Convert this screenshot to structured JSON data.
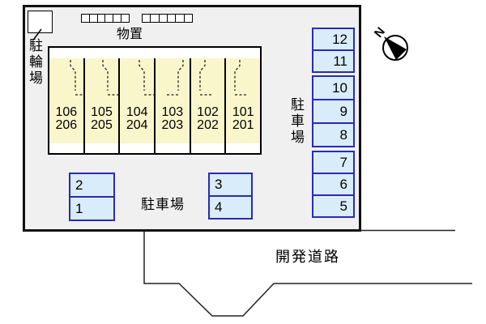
{
  "colors": {
    "site_fill": "#f0f0f0",
    "building_fill": "#faf6cb",
    "parking_fill": "#d9ecf9",
    "parking_border": "#2a2ab8",
    "outline": "#111111"
  },
  "site": {
    "bicycle_shed_label": "駐輪場",
    "storage": {
      "label": "物置",
      "group_cell_counts": [
        6,
        6
      ]
    },
    "building": {
      "units": [
        {
          "floor1": "106",
          "floor2": "206"
        },
        {
          "floor1": "105",
          "floor2": "205"
        },
        {
          "floor1": "104",
          "floor2": "204"
        },
        {
          "floor1": "103",
          "floor2": "203"
        },
        {
          "floor1": "102",
          "floor2": "202"
        },
        {
          "floor1": "101",
          "floor2": "201"
        }
      ]
    },
    "parking_right": {
      "label": "駐車場",
      "groups": [
        [
          "12",
          "11"
        ],
        [
          "10",
          "9",
          "8"
        ],
        [
          "7",
          "6",
          "5"
        ]
      ]
    },
    "parking_bottom": {
      "label": "駐車場",
      "groups": [
        [
          "2",
          "1"
        ],
        [
          "3",
          "4"
        ]
      ]
    }
  },
  "road": {
    "label": "開発道路"
  },
  "compass": {
    "label": "N"
  }
}
